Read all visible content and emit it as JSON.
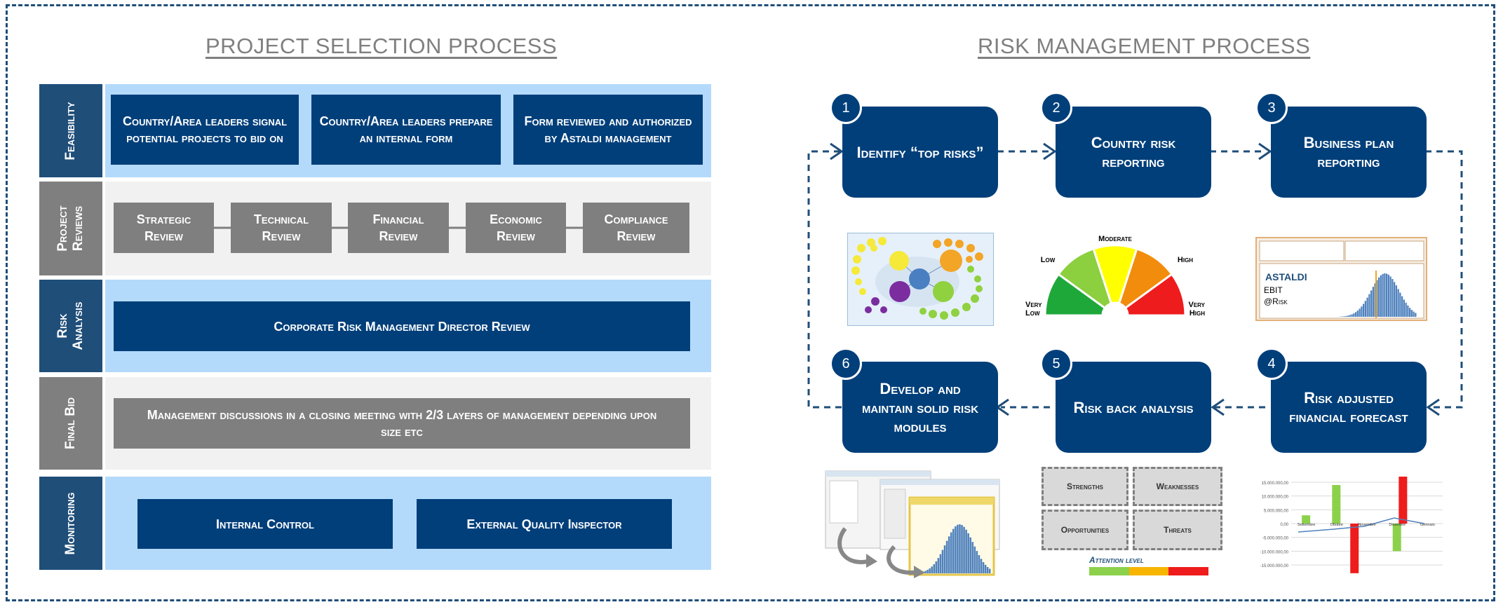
{
  "left": {
    "title": "PROJECT SELECTION PROCESS",
    "feasibility": {
      "label": "Feasibility",
      "boxes": [
        "Country/Area leaders signal potential projects to bid on",
        "Country/Area leaders prepare an internal form",
        "Form reviewed and authorized by Astaldi management"
      ]
    },
    "project_reviews": {
      "label": "Project\nReviews",
      "boxes": [
        "Strategic Review",
        "Technical Review",
        "Financial Review",
        "Economic Review",
        "Compliance Review"
      ]
    },
    "risk_analysis": {
      "label": "Risk\nAnalysis",
      "box": "Corporate Risk Management Director Review"
    },
    "final_bid": {
      "label": "Final Bid",
      "box": "Management discussions in a closing meeting with 2/3 layers of management depending upon size etc"
    },
    "monitoring": {
      "label": "Monitoring",
      "boxes": [
        "Internal Control",
        "External Quality Inspector"
      ]
    }
  },
  "right": {
    "title": "RISK MANAGEMENT PROCESS",
    "steps": [
      {
        "num": "1",
        "label": "Identify “top risks”"
      },
      {
        "num": "2",
        "label": "Country risk reporting"
      },
      {
        "num": "3",
        "label": "Business plan reporting"
      },
      {
        "num": "4",
        "label": "Risk adjusted financial forecast"
      },
      {
        "num": "5",
        "label": "Risk back analysis"
      },
      {
        "num": "6",
        "label": "Develop and maintain solid risk modules"
      }
    ],
    "gauge": {
      "labels": [
        "Very Low",
        "Low",
        "Moderate",
        "High",
        "Very High"
      ],
      "colors": [
        "#1fa83a",
        "#8ccf3f",
        "#ffff00",
        "#f28c0c",
        "#ee1c1c"
      ]
    },
    "report": {
      "brand": "ASTALDI",
      "line1": "EBIT",
      "line2": "@Risk"
    },
    "swot": {
      "cells": [
        "Strengths",
        "Weaknesses",
        "Opportunities",
        "Threats"
      ],
      "attention_label": "Attention level",
      "attention_colors": [
        "#8cd14b",
        "#f7b500",
        "#ee1c1c"
      ]
    },
    "forecast": {
      "y_labels": [
        "15.000.000,00",
        "10.000.000,00",
        "5.000.000,00",
        "0,00",
        "-5.000.000,00",
        "-10.000.000,00",
        "-15.000.000,00"
      ],
      "x_labels": [
        "Settembre",
        "Ottobre",
        "Novembre",
        "Dicembre",
        "Gennaio"
      ]
    }
  }
}
